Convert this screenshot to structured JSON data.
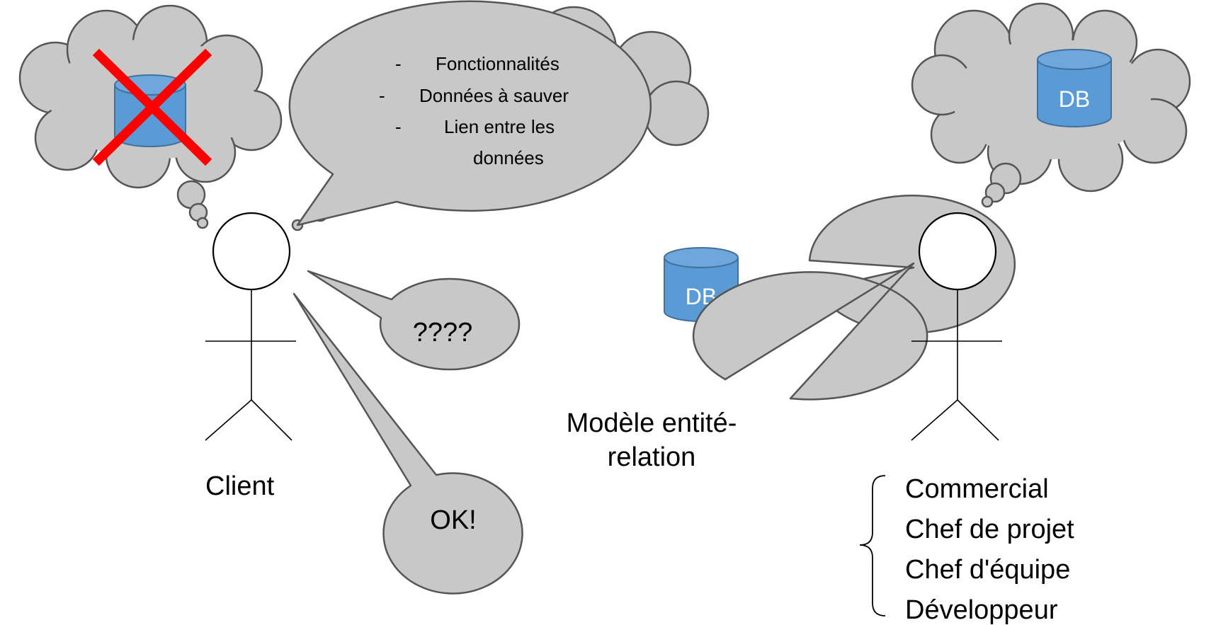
{
  "colors": {
    "bubble_fill": "#c8c8c8",
    "bubble_stroke": "#555555",
    "db_fill": "#5b9bd5",
    "db_stroke": "#41719c",
    "cross": "#ff0000"
  },
  "client": {
    "name": "Client",
    "thought_icon": "database-icon",
    "thought_crossed": true,
    "speech_requirements": {
      "bullet": "-",
      "lines": [
        "Fonctionnalités",
        "Données à sauver",
        "Lien entre les",
        "données"
      ]
    },
    "speech_question": "????",
    "speech_ok": "OK!"
  },
  "developer": {
    "thought_db_label": "DB",
    "speech_db_label": "DB",
    "speech_model": [
      "Modèle entité-",
      "relation"
    ],
    "roles": [
      "Commercial",
      "Chef de projet",
      "Chef d'équipe",
      "Développeur"
    ]
  }
}
